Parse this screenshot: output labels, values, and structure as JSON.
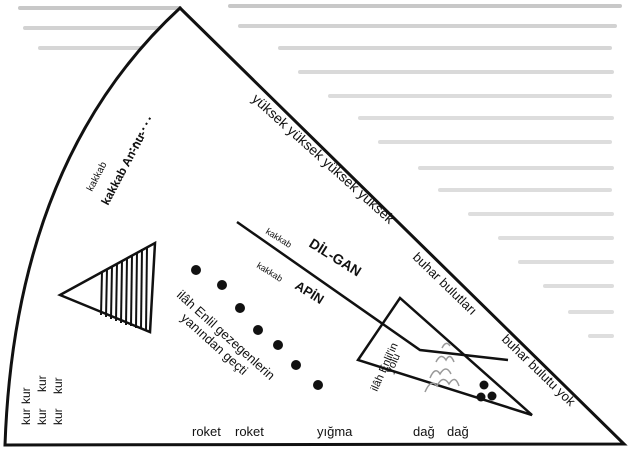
{
  "diagram": {
    "background_color": "#ffffff",
    "ink_color": "#111111",
    "paper_text_color": "#bdbdbd",
    "labels": {
      "yuksek": "yüksek yüksek yüksek yüksek",
      "kakkab_an": "kakkab An-nu-",
      "kakkab_prefix": "kakkab",
      "dilgan": "DİL-GAN",
      "apin": "APİN",
      "enlil_path_1": "ilâh Enlil gezegenlerin",
      "enlil_path_2": "yanından geçti",
      "enlil_yolu_1": "ilâh Enlil'in",
      "enlil_yolu_2": "yolu",
      "buhar_bulutlari": "buhar bulutları",
      "buhar_bulutu_yok": "buhar bulutu yok",
      "kur": "kur",
      "roket": "roket",
      "yigma": "yığma",
      "dag": "dağ"
    }
  }
}
